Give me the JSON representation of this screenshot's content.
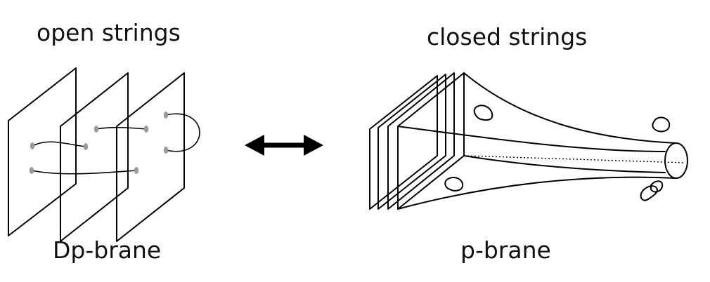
{
  "labels": {
    "open_strings": "open strings",
    "closed_strings": "closed strings",
    "dp_brane": "Dp-brane",
    "p_brane": "p-brane"
  },
  "colors": {
    "stroke": "#000000",
    "endpoint": "#9a9a9a",
    "background": "#ffffff"
  }
}
